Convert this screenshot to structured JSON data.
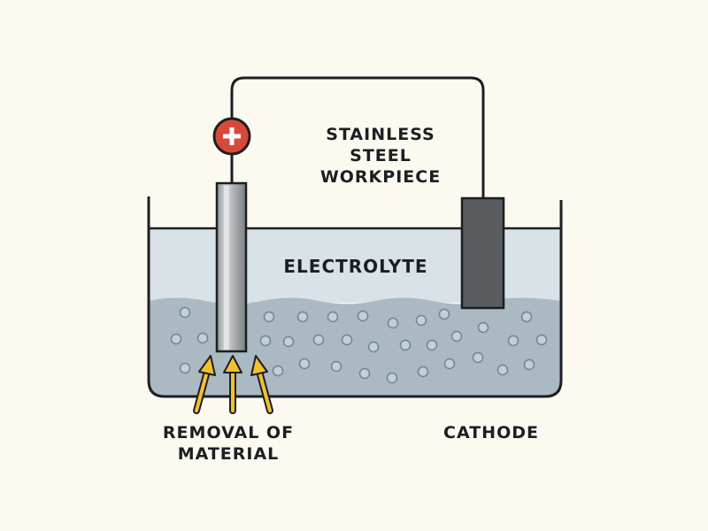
{
  "labels": {
    "workpiece_line1": "STAINLESS",
    "workpiece_line2": "STEEL",
    "workpiece_line3": "WORKPIECE",
    "electrolyte": "ELECTROLYTE",
    "removal_line1": "REMOVAL OF",
    "removal_line2": "MATERIAL",
    "cathode": "CATHODE",
    "plus_sign": "+"
  },
  "colors": {
    "background": "#fcf9f1",
    "electrolyte_top": "#d9e2e6",
    "electrolyte_bottom": "#aab9c2",
    "bubble_fill": "#c3d0d8",
    "bubble_stroke": "#6f8594",
    "anode": "#9a9d9f",
    "anode_highlight": "#d9dbdc",
    "cathode": "#5a5d5f",
    "positive_terminal": "#d9493a",
    "arrow": "#f2c12e",
    "outline": "#1c1f22"
  },
  "icons": {
    "positive_terminal": "plus-circle-icon",
    "removal_arrows": "arrow-up-icon"
  }
}
